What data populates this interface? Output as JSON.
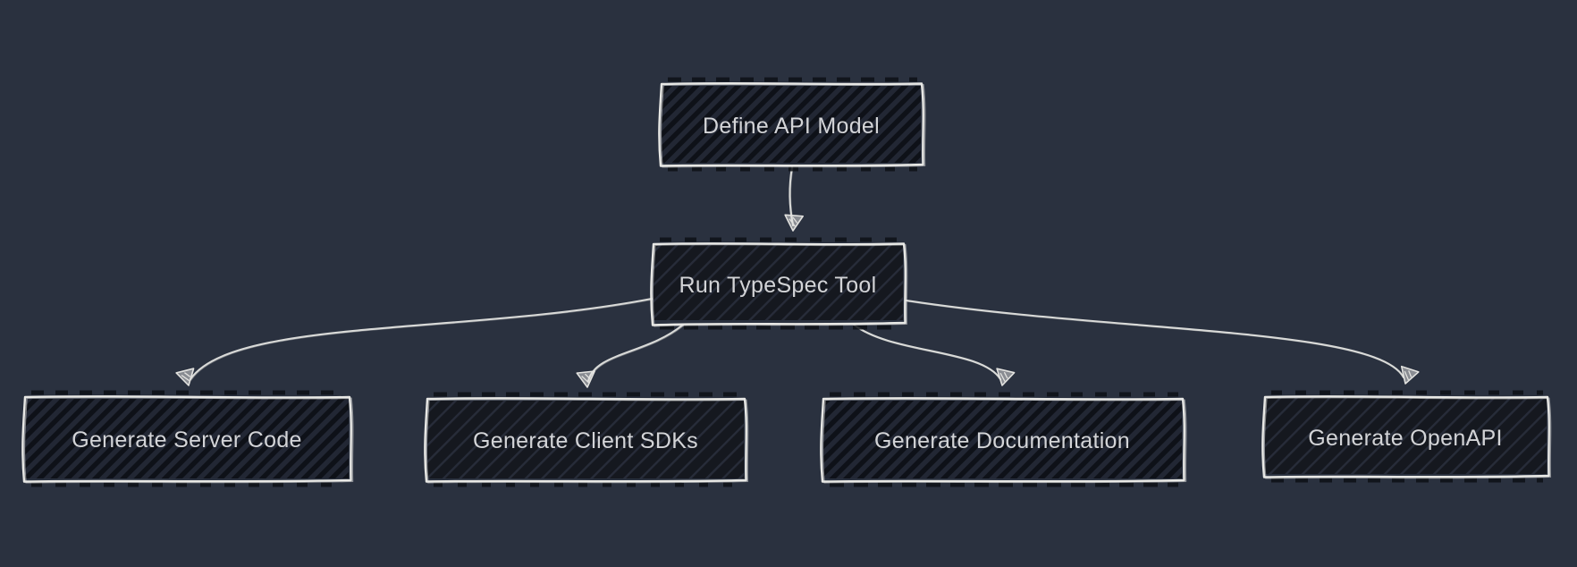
{
  "diagram": {
    "type": "flowchart",
    "direction": "top-down",
    "style": "hand-drawn",
    "colors": {
      "background": "#2a313f",
      "node_fill": "#14171e",
      "node_hatch": "#262b38",
      "node_border": "#e8e8e5",
      "node_text": "#d3d4d7",
      "edge": "#d9dad8"
    },
    "nodes": [
      {
        "id": "define",
        "label": "Define API Model"
      },
      {
        "id": "run",
        "label": "Run TypeSpec Tool"
      },
      {
        "id": "server",
        "label": "Generate Server Code"
      },
      {
        "id": "sdk",
        "label": "Generate Client SDKs"
      },
      {
        "id": "docs",
        "label": "Generate Documentation"
      },
      {
        "id": "openapi",
        "label": "Generate OpenAPI"
      }
    ],
    "edges": [
      {
        "from": "Define API Model",
        "to": "Run TypeSpec Tool"
      },
      {
        "from": "Run TypeSpec Tool",
        "to": "Generate Server Code"
      },
      {
        "from": "Run TypeSpec Tool",
        "to": "Generate Client SDKs"
      },
      {
        "from": "Run TypeSpec Tool",
        "to": "Generate Documentation"
      },
      {
        "from": "Run TypeSpec Tool",
        "to": "Generate OpenAPI"
      }
    ]
  }
}
